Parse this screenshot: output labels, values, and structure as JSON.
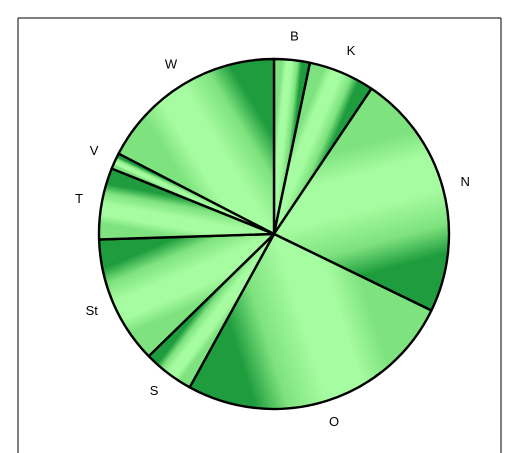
{
  "chart_data": {
    "type": "pie",
    "title": "",
    "start": "top-clockwise",
    "colors": {
      "light": "#a6fca0",
      "mid": "#7ee27e",
      "dark": "#1f9d3e",
      "stroke": "#000000",
      "background": "#ffffff",
      "frame": "#000000"
    },
    "slices": [
      {
        "label": "B",
        "value": 3.3
      },
      {
        "label": "K",
        "value": 6.1
      },
      {
        "label": "N",
        "value": 22.8
      },
      {
        "label": "O",
        "value": 25.8
      },
      {
        "label": "S",
        "value": 4.7
      },
      {
        "label": "St",
        "value": 11.8
      },
      {
        "label": "T",
        "value": 6.6
      },
      {
        "label": "V",
        "value": 1.5
      },
      {
        "label": "W",
        "value": 17.4
      }
    ]
  }
}
